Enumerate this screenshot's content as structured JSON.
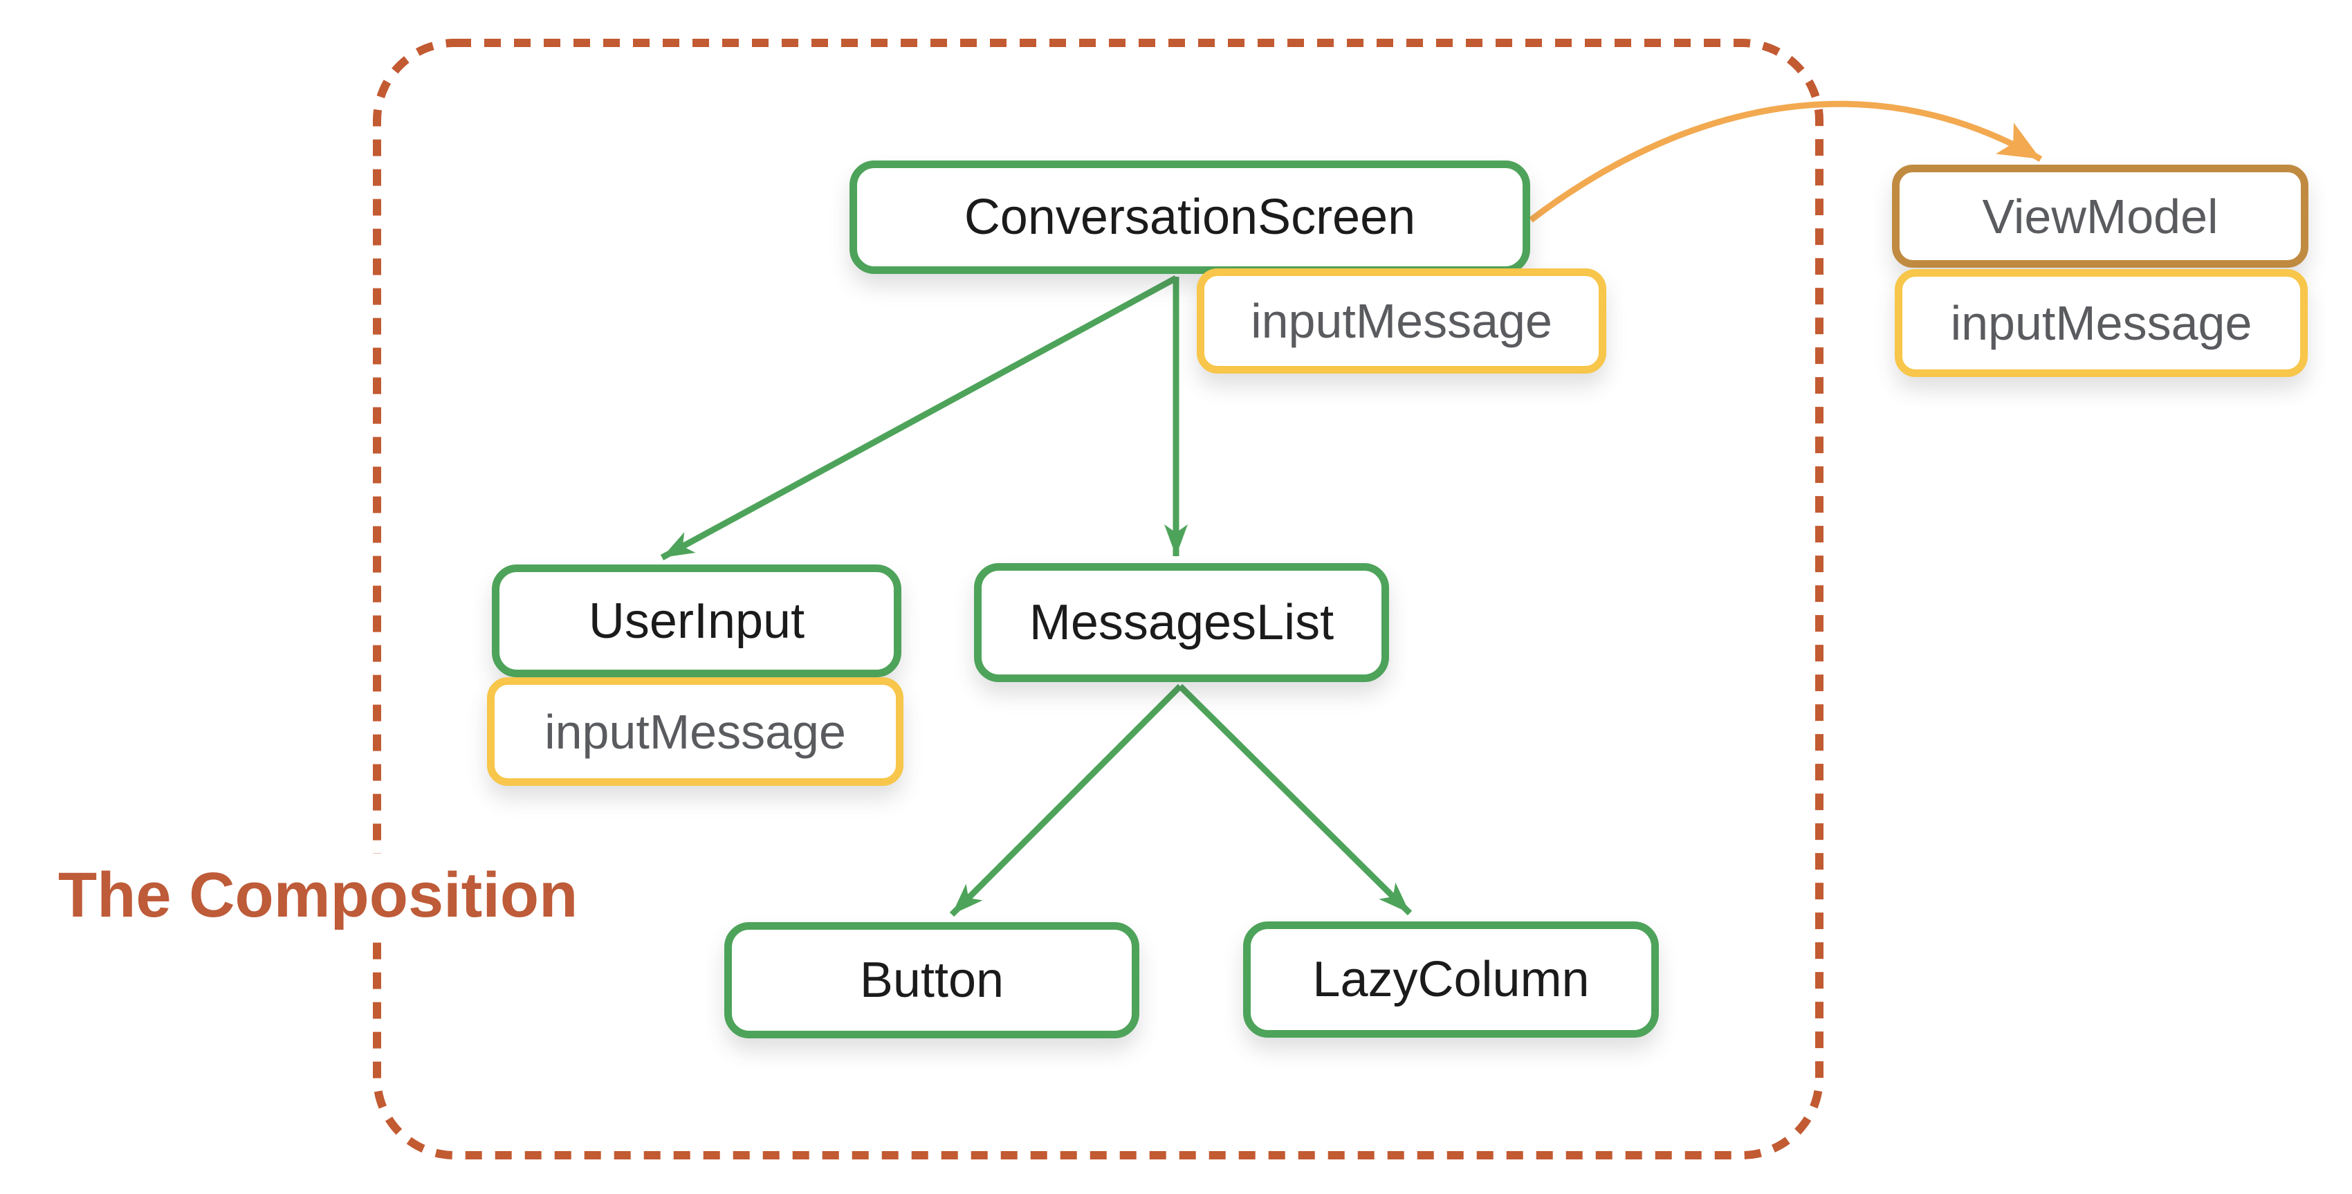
{
  "diagram": {
    "title": "The Composition",
    "nodes": [
      {
        "id": "conversation-screen",
        "label": "ConversationScreen",
        "kind": "composable"
      },
      {
        "id": "user-input",
        "label": "UserInput",
        "kind": "composable"
      },
      {
        "id": "messages-list",
        "label": "MessagesList",
        "kind": "composable"
      },
      {
        "id": "button",
        "label": "Button",
        "kind": "composable"
      },
      {
        "id": "lazy-column",
        "label": "LazyColumn",
        "kind": "composable"
      },
      {
        "id": "view-model",
        "label": "ViewModel",
        "kind": "external"
      }
    ],
    "badges": [
      {
        "attached_to": "conversation-screen",
        "label": "inputMessage"
      },
      {
        "attached_to": "user-input",
        "label": "inputMessage"
      },
      {
        "attached_to": "view-model",
        "label": "inputMessage"
      }
    ],
    "edges": [
      {
        "from": "ConversationScreen",
        "to": "UserInput",
        "style": "straight",
        "color_role": "green"
      },
      {
        "from": "ConversationScreen",
        "to": "MessagesList",
        "style": "straight",
        "color_role": "green"
      },
      {
        "from": "MessagesList",
        "to": "Button",
        "style": "straight",
        "color_role": "green"
      },
      {
        "from": "MessagesList",
        "to": "LazyColumn",
        "style": "straight",
        "color_role": "green"
      },
      {
        "from": "ConversationScreen",
        "to": "ViewModel",
        "style": "curved",
        "color_role": "orange"
      }
    ],
    "boundary": {
      "label_inside": "The Composition",
      "style": "dashed-rounded-rect"
    }
  },
  "colors": {
    "green": "#4EA35A",
    "yellow": "#F7C64A",
    "brown": "#C08B41",
    "dash": "#C25A32",
    "title": "#BE5B38",
    "orange": "#F2A950",
    "gray": "#5A5B5E",
    "black": "#1B1B1B"
  }
}
